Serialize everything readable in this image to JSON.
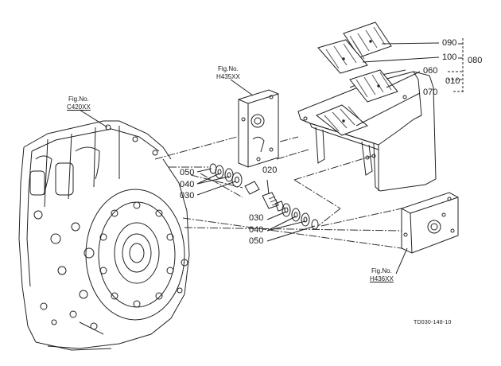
{
  "figure_refs": {
    "engine": {
      "caption": "Fig.No.",
      "number": "C420XX"
    },
    "left_bracket": {
      "caption": "Fig.No.",
      "number": "H435XX"
    },
    "right_bracket": {
      "caption": "Fig.No.",
      "number": "H436XX"
    }
  },
  "callouts": {
    "c090": "090",
    "c100": "100",
    "c080": "080",
    "c060": "060",
    "c010": "010",
    "c070": "070",
    "c020": "020",
    "c050_top": "050",
    "c040_top": "040",
    "c030_top": "030",
    "c030_bot": "030",
    "c040_bot": "040",
    "c050_bot": "050"
  },
  "drawing_id": "TD030-148-10"
}
